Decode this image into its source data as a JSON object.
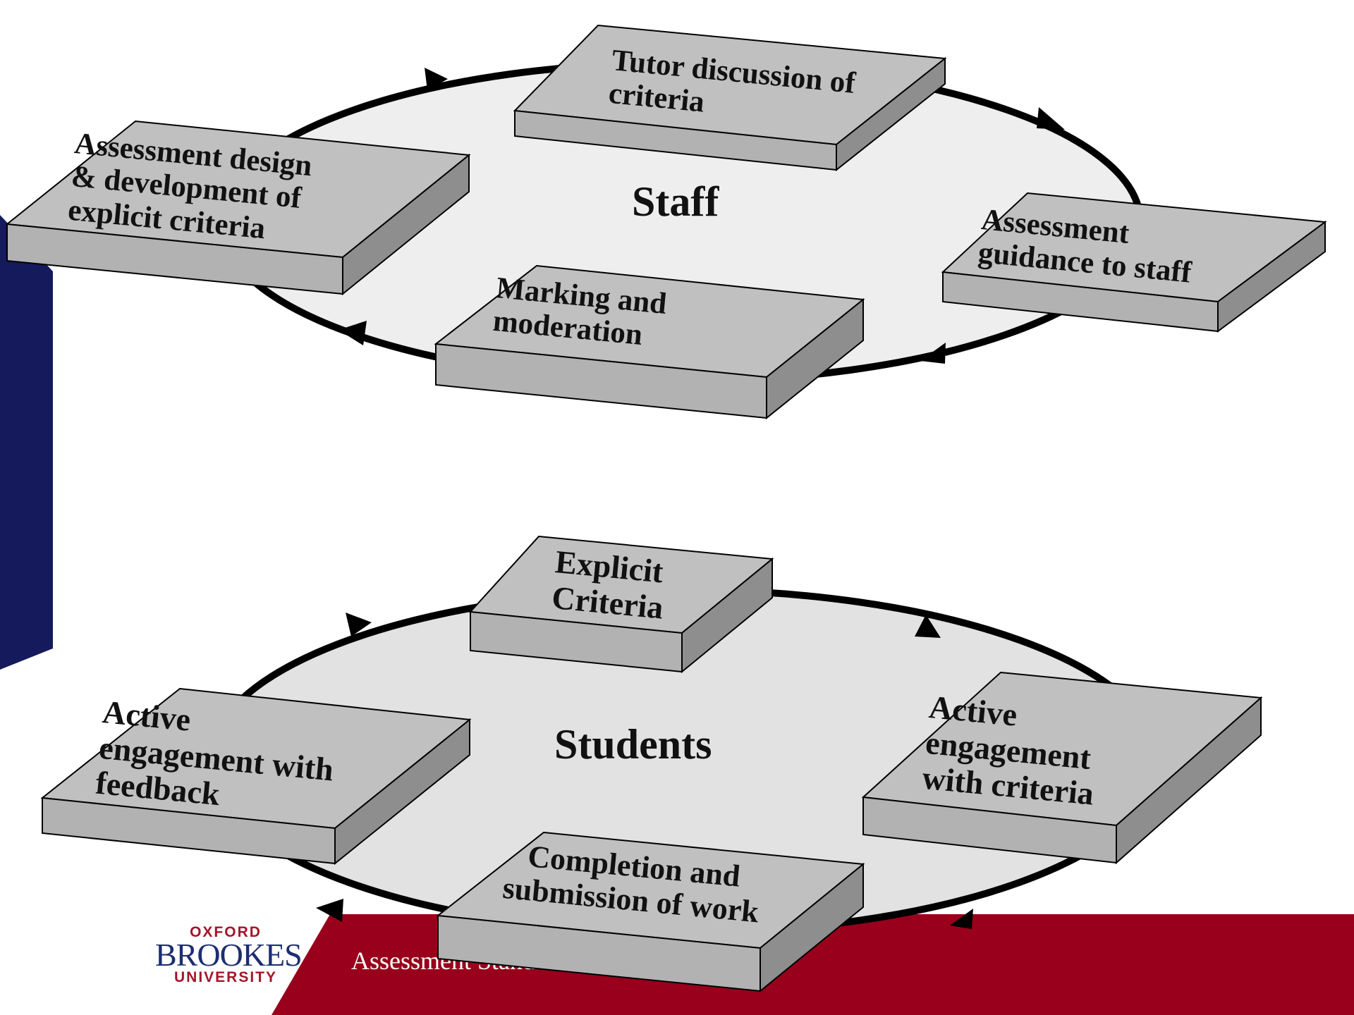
{
  "colors": {
    "navy_bar": "#141a5c",
    "footer_red": "#98001b",
    "ellipse_staff": "#eeeeee",
    "ellipse_students": "#e2e2e2",
    "box_top": "#c0c0c0",
    "box_front": "#b2b2b2",
    "box_side": "#8e8e8e"
  },
  "staff_cycle": {
    "title": "Staff",
    "steps": [
      {
        "label": "Tutor discussion of\ncriteria"
      },
      {
        "label": "Assessment\nguidance to staff"
      },
      {
        "label": "Marking and\nmoderation"
      },
      {
        "label": "Assessment design\n& development of\nexplicit criteria"
      }
    ]
  },
  "students_cycle": {
    "title": "Students",
    "steps": [
      {
        "label": "Explicit\nCriteria"
      },
      {
        "label": "Active\nengagement\nwith criteria"
      },
      {
        "label": "Completion and\nsubmission of work"
      },
      {
        "label": "Active\nengagement with\nfeedback"
      }
    ]
  },
  "logo": {
    "line1": "OXFORD",
    "line2": "BROOKES",
    "line3": "UNIVERSITY"
  },
  "footer": {
    "text": "Assessment Standards Knowledge"
  }
}
